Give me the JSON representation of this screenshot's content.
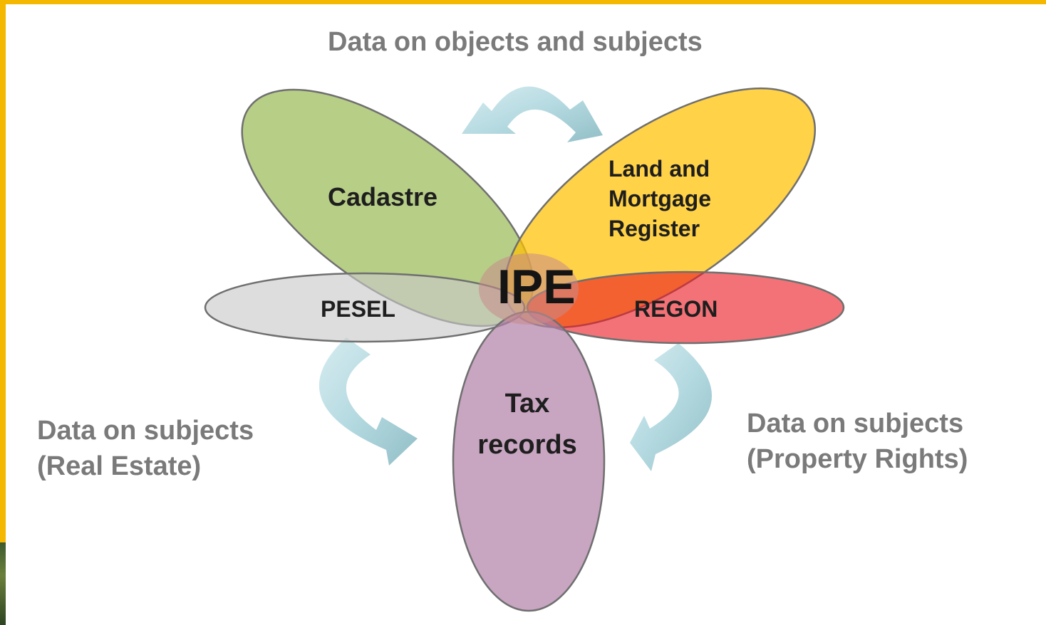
{
  "captions": {
    "top": "Data on objects and subjects",
    "left_line1": "Data on subjects",
    "left_line2": "(Real Estate)",
    "right_line1": "Data on subjects",
    "right_line2": "(Property Rights)"
  },
  "nodes": {
    "cadastre": "Cadastre",
    "land_line1": "Land and",
    "land_line2": "Mortgage",
    "land_line3": "Register",
    "pesel": "PESEL",
    "regon": "REGON",
    "tax_line1": "Tax",
    "tax_line2": "records",
    "center": "IPE"
  },
  "colors": {
    "cadastre": "#9bbb59",
    "land_register": "#ffc000",
    "pesel": "#c8c8c8",
    "regon": "#ec1c24",
    "tax_records": "#b07fa6",
    "arrow": "#b7dde3",
    "frame": "#f5b800"
  }
}
